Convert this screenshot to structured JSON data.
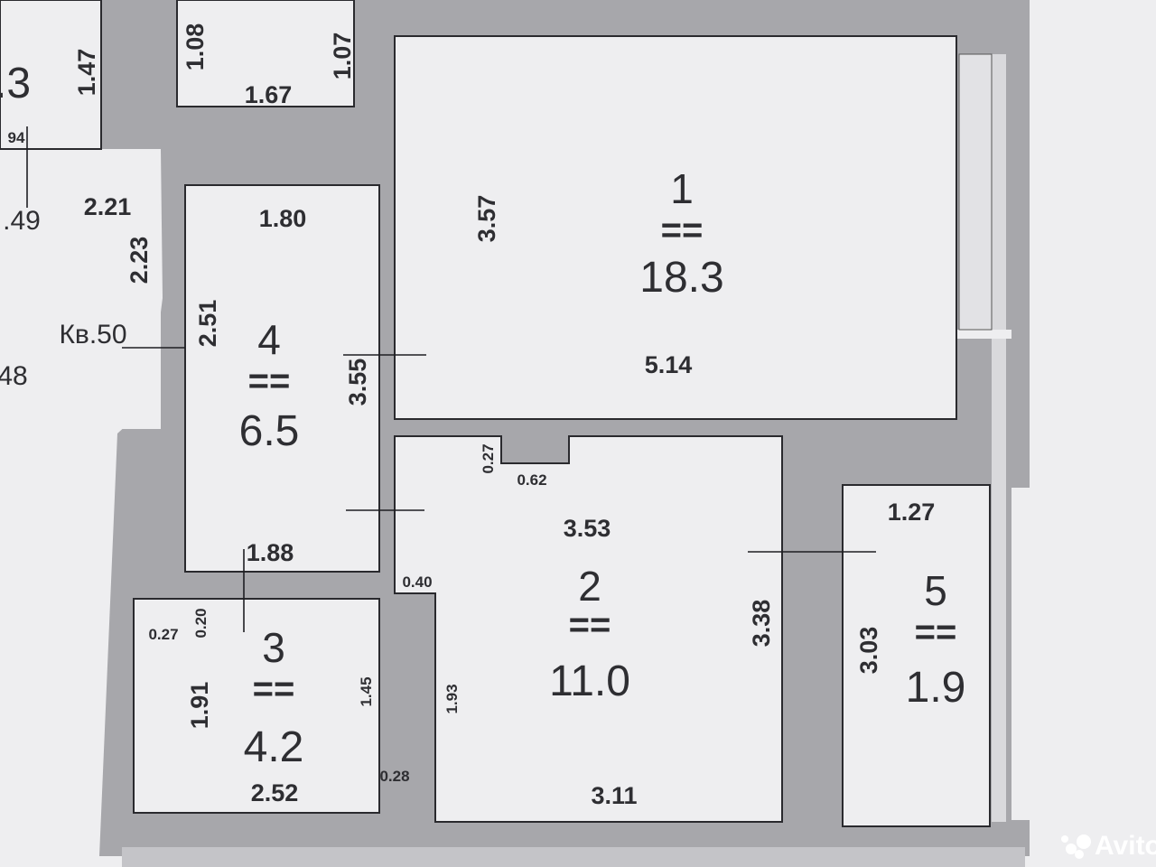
{
  "plan": {
    "apartment_label": "Кв.50",
    "partial_left_labels": [
      ".3",
      ".49",
      "48"
    ],
    "top_rooms_dims": [
      "1.47",
      "1.08",
      "1.67",
      "1.07",
      "94"
    ],
    "hall_dims": [
      "2.21",
      "2.23"
    ],
    "rooms": [
      {
        "number": "1",
        "equals": "==",
        "area": "18.3",
        "dims": [
          "3.57",
          "5.14"
        ]
      },
      {
        "number": "2",
        "equals": "==",
        "area": "11.0",
        "dims": [
          "0.27",
          "0.62",
          "3.53",
          "3.38",
          "1.93",
          "3.11",
          "0.40"
        ]
      },
      {
        "number": "3",
        "equals": "==",
        "area": "4.2",
        "dims": [
          "0.27",
          "0.20",
          "1.91",
          "1.45",
          "2.52",
          "0.28"
        ]
      },
      {
        "number": "4",
        "equals": "==",
        "area": "6.5",
        "dims": [
          "1.80",
          "2.51",
          "3.55",
          "1.88"
        ]
      },
      {
        "number": "5",
        "equals": "==",
        "area": "1.9",
        "dims": [
          "1.27",
          "3.03"
        ]
      }
    ]
  },
  "watermark": {
    "text": "Avito"
  },
  "colors": {
    "paper": "#eeeef0",
    "wall": "#a7a7ab",
    "ink": "#2e2e32"
  }
}
